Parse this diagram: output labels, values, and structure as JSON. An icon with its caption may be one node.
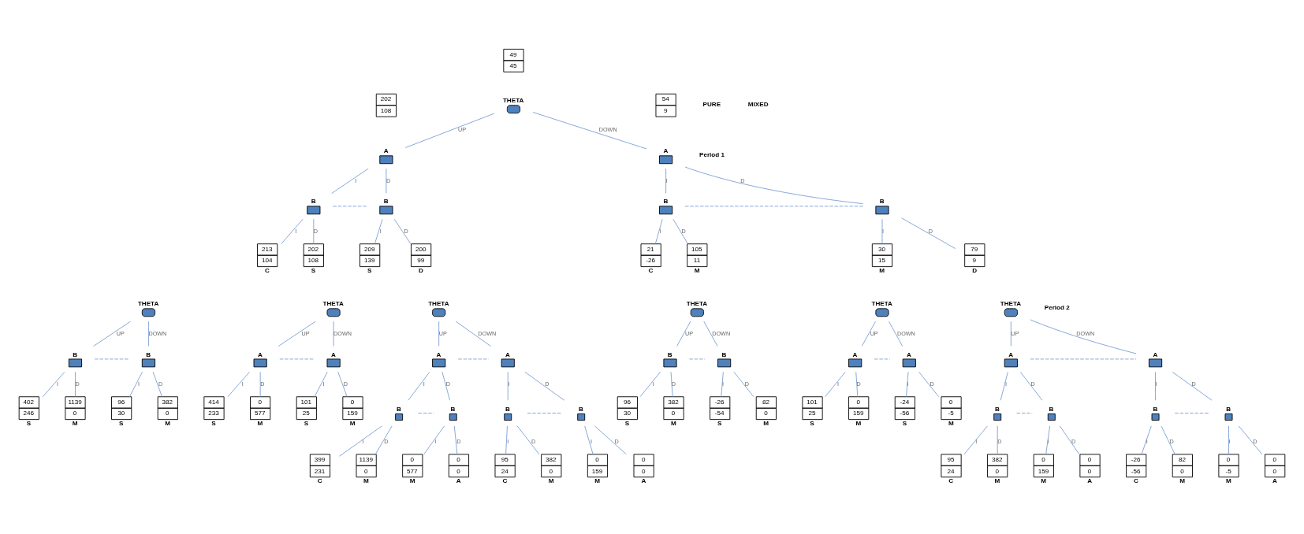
{
  "diagram": {
    "nodes": [
      {
        "text": [
          "49",
          "45"
        ]
      },
      {
        "text": [
          "THETA"
        ]
      },
      {
        "text": [
          "202",
          "108"
        ]
      },
      {
        "text": [
          "54",
          "9"
        ]
      },
      {
        "text": [
          "A"
        ]
      },
      {
        "text": [
          "A"
        ]
      },
      {
        "text": [
          "B"
        ]
      },
      {
        "text": [
          "B"
        ]
      },
      {
        "text": [
          "B"
        ]
      },
      {
        "text": [
          "B"
        ]
      },
      {
        "text": [
          "213",
          "104"
        ],
        "beside": [
          "C"
        ]
      },
      {
        "text": [
          "202",
          "108"
        ],
        "beside": [
          "S"
        ]
      },
      {
        "text": [
          "209",
          "139"
        ],
        "beside": [
          "S"
        ]
      },
      {
        "text": [
          "200",
          "99"
        ],
        "beside": [
          "D"
        ]
      },
      {
        "text": [
          "21",
          "-26"
        ],
        "beside": [
          "C"
        ]
      },
      {
        "text": [
          "105",
          "11"
        ],
        "beside": [
          "M"
        ]
      },
      {
        "text": [
          "30",
          "15"
        ],
        "beside": [
          "M"
        ]
      },
      {
        "text": [
          "79",
          "9"
        ],
        "beside": [
          "D"
        ]
      },
      {
        "text": [
          "THETA"
        ]
      },
      {
        "text": [
          "B"
        ]
      },
      {
        "text": [
          "B"
        ]
      },
      {
        "text": [
          "402",
          "246"
        ],
        "beside": [
          "S"
        ]
      },
      {
        "text": [
          "1139",
          "0"
        ],
        "beside": [
          "M"
        ]
      },
      {
        "text": [
          "96",
          "30"
        ],
        "beside": [
          "S"
        ]
      },
      {
        "text": [
          "382",
          "0"
        ],
        "beside": [
          "M"
        ]
      },
      {
        "text": [
          "THETA"
        ]
      },
      {
        "text": [
          "A"
        ]
      },
      {
        "text": [
          "A"
        ]
      },
      {
        "text": [
          "414",
          "233"
        ],
        "beside": [
          "S"
        ]
      },
      {
        "text": [
          "0",
          "577"
        ],
        "beside": [
          "M"
        ]
      },
      {
        "text": [
          "101",
          "25"
        ],
        "beside": [
          "S"
        ]
      },
      {
        "text": [
          "0",
          "159"
        ],
        "beside": [
          "M"
        ]
      },
      {
        "text": [
          "THETA"
        ]
      },
      {
        "text": [
          "A"
        ]
      },
      {
        "text": [
          "A"
        ]
      },
      {
        "text": [
          "B"
        ]
      },
      {
        "text": [
          "B"
        ]
      },
      {
        "text": [
          "B"
        ]
      },
      {
        "text": [
          "B"
        ]
      },
      {
        "text": [
          "399",
          "231"
        ],
        "beside": [
          "C"
        ]
      },
      {
        "text": [
          "1139",
          "0"
        ],
        "beside": [
          "M"
        ]
      },
      {
        "text": [
          "0",
          "577"
        ],
        "beside": [
          "M"
        ]
      },
      {
        "text": [
          "0",
          "0"
        ],
        "beside": [
          "A"
        ]
      },
      {
        "text": [
          "95",
          "24"
        ],
        "beside": [
          "C"
        ]
      },
      {
        "text": [
          "382",
          "0"
        ],
        "beside": [
          "M"
        ]
      },
      {
        "text": [
          "0",
          "159"
        ],
        "beside": [
          "M"
        ]
      },
      {
        "text": [
          "0",
          "0"
        ],
        "beside": [
          "A"
        ]
      },
      {
        "text": [
          "THETA"
        ]
      },
      {
        "text": [
          "B"
        ]
      },
      {
        "text": [
          "B"
        ]
      },
      {
        "text": [
          "96",
          "30"
        ],
        "beside": [
          "S"
        ]
      },
      {
        "text": [
          "382",
          "0"
        ],
        "beside": [
          "M"
        ]
      },
      {
        "text": [
          "-26",
          "-54"
        ],
        "beside": [
          "S"
        ]
      },
      {
        "text": [
          "82",
          "0"
        ],
        "beside": [
          "M"
        ]
      },
      {
        "text": [
          "THETA"
        ]
      },
      {
        "text": [
          "A"
        ]
      },
      {
        "text": [
          "A"
        ]
      },
      {
        "text": [
          "101",
          "25"
        ],
        "beside": [
          "S"
        ]
      },
      {
        "text": [
          "0",
          "159"
        ],
        "beside": [
          "M"
        ]
      },
      {
        "text": [
          "-24",
          "-56"
        ],
        "beside": [
          "S"
        ]
      },
      {
        "text": [
          "0",
          "-5"
        ],
        "beside": [
          "M"
        ]
      },
      {
        "text": [
          "THETA"
        ]
      },
      {
        "text": [
          "A"
        ]
      },
      {
        "text": [
          "A"
        ]
      },
      {
        "text": [
          "B"
        ]
      },
      {
        "text": [
          "B"
        ]
      },
      {
        "text": [
          "B"
        ]
      },
      {
        "text": [
          "B"
        ]
      },
      {
        "text": [
          "95",
          "24"
        ],
        "beside": [
          "C"
        ]
      },
      {
        "text": [
          "382",
          "0"
        ],
        "beside": [
          "M"
        ]
      },
      {
        "text": [
          "0",
          "159"
        ],
        "beside": [
          "M"
        ]
      },
      {
        "text": [
          "0",
          "0"
        ],
        "beside": [
          "A"
        ]
      },
      {
        "text": [
          "-26",
          "-56"
        ],
        "beside": [
          "C"
        ]
      },
      {
        "text": [
          "82",
          "0"
        ],
        "beside": [
          "M"
        ]
      },
      {
        "text": [
          "0",
          "-5"
        ],
        "beside": [
          "M"
        ]
      },
      {
        "text": [
          "0",
          "0"
        ],
        "beside": [
          "A"
        ]
      }
    ],
    "edges": [
      {
        "from": 1,
        "to": 4,
        "arrow": "none",
        "label": "UP"
      },
      {
        "from": 1,
        "to": 5,
        "arrow": "none",
        "label": "DOWN"
      },
      {
        "from": 4,
        "to": 6,
        "arrow": "none",
        "label": "I"
      },
      {
        "from": 4,
        "to": 7,
        "arrow": "none",
        "label": "D"
      },
      {
        "from": 6,
        "to": 7,
        "arrow": "none",
        "style": "dashed"
      },
      {
        "from": 5,
        "to": 8,
        "arrow": "none",
        "label": "I"
      },
      {
        "from": 5,
        "to": 9,
        "arrow": "none",
        "label": "D"
      },
      {
        "from": 8,
        "to": 9,
        "arrow": "none",
        "style": "dashed"
      },
      {
        "from": 6,
        "to": 10,
        "arrow": "none",
        "label": "I"
      },
      {
        "from": 6,
        "to": 11,
        "arrow": "none",
        "label": "D"
      },
      {
        "from": 7,
        "to": 12,
        "arrow": "none",
        "label": "I"
      },
      {
        "from": 7,
        "to": 13,
        "arrow": "none",
        "label": "D"
      },
      {
        "from": 8,
        "to": 14,
        "arrow": "none",
        "label": "I"
      },
      {
        "from": 8,
        "to": 15,
        "arrow": "none",
        "label": "D"
      },
      {
        "from": 9,
        "to": 16,
        "arrow": "none",
        "label": "I"
      },
      {
        "from": 9,
        "to": 17,
        "arrow": "none",
        "label": "D"
      },
      {
        "from": 18,
        "to": 19,
        "arrow": "none",
        "label": "UP"
      },
      {
        "from": 18,
        "to": 20,
        "arrow": "none",
        "label": "DOWN"
      },
      {
        "from": 19,
        "to": 20,
        "arrow": "none",
        "style": "dashed"
      },
      {
        "from": 19,
        "to": 21,
        "arrow": "none",
        "label": "I"
      },
      {
        "from": 19,
        "to": 22,
        "arrow": "none",
        "label": "D"
      },
      {
        "from": 20,
        "to": 23,
        "arrow": "none",
        "label": "I"
      },
      {
        "from": 20,
        "to": 24,
        "arrow": "none",
        "label": "D"
      },
      {
        "from": 25,
        "to": 26,
        "arrow": "none",
        "label": "UP"
      },
      {
        "from": 25,
        "to": 27,
        "arrow": "none",
        "label": "DOWN"
      },
      {
        "from": 26,
        "to": 27,
        "arrow": "none",
        "style": "dashed"
      },
      {
        "from": 26,
        "to": 28,
        "arrow": "none",
        "label": "I"
      },
      {
        "from": 26,
        "to": 29,
        "arrow": "none",
        "label": "D"
      },
      {
        "from": 27,
        "to": 30,
        "arrow": "none",
        "label": "I"
      },
      {
        "from": 27,
        "to": 31,
        "arrow": "none",
        "label": "D"
      },
      {
        "from": 32,
        "to": 33,
        "arrow": "none",
        "label": "UP"
      },
      {
        "from": 32,
        "to": 34,
        "arrow": "none",
        "label": "DOWN"
      },
      {
        "from": 33,
        "to": 34,
        "arrow": "none",
        "style": "dashed"
      },
      {
        "from": 33,
        "to": 35,
        "arrow": "none",
        "label": "I"
      },
      {
        "from": 33,
        "to": 36,
        "arrow": "none",
        "label": "D"
      },
      {
        "from": 34,
        "to": 37,
        "arrow": "none",
        "label": "I"
      },
      {
        "from": 34,
        "to": 38,
        "arrow": "none",
        "label": "D"
      },
      {
        "from": 35,
        "to": 36,
        "arrow": "none",
        "style": "dashed"
      },
      {
        "from": 37,
        "to": 38,
        "arrow": "none",
        "style": "dashed"
      },
      {
        "from": 35,
        "to": 39,
        "arrow": "none",
        "label": "I"
      },
      {
        "from": 35,
        "to": 40,
        "arrow": "none",
        "label": "D"
      },
      {
        "from": 36,
        "to": 41,
        "arrow": "none",
        "label": "I"
      },
      {
        "from": 36,
        "to": 42,
        "arrow": "none",
        "label": "D"
      },
      {
        "from": 37,
        "to": 43,
        "arrow": "none",
        "label": "I"
      },
      {
        "from": 37,
        "to": 44,
        "arrow": "none",
        "label": "D"
      },
      {
        "from": 38,
        "to": 45,
        "arrow": "none",
        "label": "I"
      },
      {
        "from": 38,
        "to": 46,
        "arrow": "none",
        "label": "D"
      },
      {
        "from": 47,
        "to": 48,
        "arrow": "none",
        "label": "UP"
      },
      {
        "from": 47,
        "to": 49,
        "arrow": "none",
        "label": "DOWN"
      },
      {
        "from": 48,
        "to": 49,
        "arrow": "none",
        "style": "dashed"
      },
      {
        "from": 48,
        "to": 50,
        "arrow": "none",
        "label": "I"
      },
      {
        "from": 48,
        "to": 51,
        "arrow": "none",
        "label": "D"
      },
      {
        "from": 49,
        "to": 52,
        "arrow": "none",
        "label": "I"
      },
      {
        "from": 49,
        "to": 53,
        "arrow": "none",
        "label": "D"
      },
      {
        "from": 54,
        "to": 55,
        "arrow": "none",
        "label": "UP"
      },
      {
        "from": 54,
        "to": 56,
        "arrow": "none",
        "label": "DOWN"
      },
      {
        "from": 55,
        "to": 56,
        "arrow": "none",
        "style": "dashed"
      },
      {
        "from": 55,
        "to": 57,
        "arrow": "none",
        "label": "I"
      },
      {
        "from": 55,
        "to": 58,
        "arrow": "none",
        "label": "D"
      },
      {
        "from": 56,
        "to": 59,
        "arrow": "none",
        "label": "I"
      },
      {
        "from": 56,
        "to": 60,
        "arrow": "none",
        "label": "D"
      },
      {
        "from": 61,
        "to": 62,
        "arrow": "none",
        "label": "UP"
      },
      {
        "from": 61,
        "to": 63,
        "arrow": "none",
        "label": "DOWN"
      },
      {
        "from": 62,
        "to": 63,
        "arrow": "none",
        "style": "dashed"
      },
      {
        "from": 62,
        "to": 64,
        "arrow": "none",
        "label": "I"
      },
      {
        "from": 62,
        "to": 65,
        "arrow": "none",
        "label": "D"
      },
      {
        "from": 63,
        "to": 66,
        "arrow": "none",
        "label": "I"
      },
      {
        "from": 63,
        "to": 67,
        "arrow": "none",
        "label": "D"
      },
      {
        "from": 64,
        "to": 65,
        "arrow": "none",
        "style": "dashed"
      },
      {
        "from": 66,
        "to": 67,
        "arrow": "none",
        "style": "dashed"
      },
      {
        "from": 64,
        "to": 68,
        "arrow": "none",
        "label": "I"
      },
      {
        "from": 64,
        "to": 69,
        "arrow": "none",
        "label": "D"
      },
      {
        "from": 65,
        "to": 70,
        "arrow": "none",
        "label": "I"
      },
      {
        "from": 65,
        "to": 71,
        "arrow": "none",
        "label": "D"
      },
      {
        "from": 66,
        "to": 72,
        "arrow": "none",
        "label": "I"
      },
      {
        "from": 66,
        "to": 73,
        "arrow": "none",
        "label": "D"
      },
      {
        "from": 67,
        "to": 74,
        "arrow": "none",
        "label": "I"
      },
      {
        "from": 67,
        "to": 75,
        "arrow": "none",
        "label": "D"
      }
    ],
    "labels": [
      "PURE",
      "Period 1",
      "MIXED",
      "Period 2"
    ]
  }
}
